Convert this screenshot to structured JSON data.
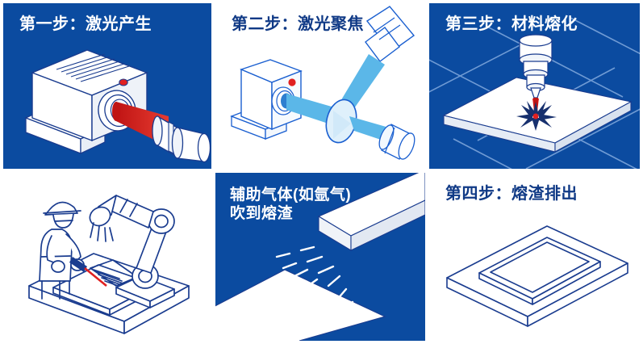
{
  "figure": {
    "kind": "laser-cutting-process-infographic",
    "language": "zh-CN",
    "colors": {
      "blue_bg": "#0b4ba0",
      "white_bg": "#ffffff",
      "navy_line": "#1a3c8f",
      "navy_text": "#103a86",
      "laser_red": "#e02020",
      "beam_blue": "#5bb7e8",
      "grid_line": "#6f9ed6"
    }
  },
  "panels": [
    {
      "id": "panel-1",
      "background": "blue",
      "title": "第一步：激光产生",
      "illustration": "laser-generator-emitting-red-beam"
    },
    {
      "id": "panel-2",
      "background": "white",
      "title": "第二步：激光聚焦",
      "illustration": "laser-beam-focused-through-lens"
    },
    {
      "id": "panel-3",
      "background": "blue",
      "title": "第三步：材料熔化",
      "illustration": "nozzle-melting-metal-sheet-with-spark-burst"
    },
    {
      "id": "panel-4",
      "background": "white",
      "title": "",
      "illustration": "worker-and-robot-arm-at-laser-cutting-table"
    },
    {
      "id": "panel-5",
      "background": "blue",
      "title": "辅助气体(如氩气)\n吹到熔渣",
      "illustration": "assist-gas-blowing-slag-off-cut-plate"
    },
    {
      "id": "panel-6",
      "background": "white",
      "title": "第四步：熔渣排出",
      "illustration": "finished-plate-with-cut-out-rectangular-slot"
    }
  ]
}
